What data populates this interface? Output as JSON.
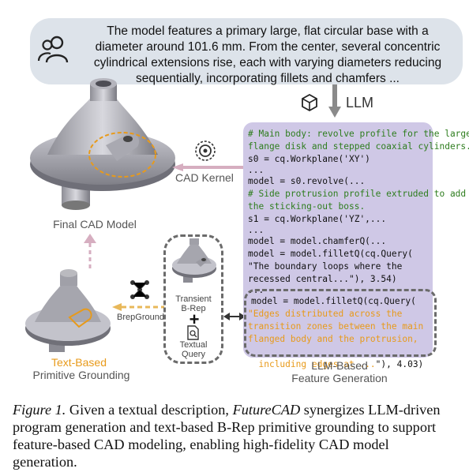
{
  "prompt": {
    "lines": [
      "The model features a primary large, flat circular base with a",
      "diameter around 101.6 mm. From the center, several concentric",
      "cylindrical extensions rise, each with varying diameters reducing",
      "sequentially, incorporating fillets and chamfers ..."
    ]
  },
  "llm_label": "LLM",
  "cad_kernel_label": "CAD Kernel",
  "final_model_label": "Final CAD Model",
  "brepground_label": "BrepGround",
  "text_based_label": "Text-Based",
  "primitive_grounding_label": "Primitive Grounding",
  "transient_label_1": "Transient",
  "transient_label_2": "B-Rep",
  "plus_sign": "+",
  "textual_label_1": "Textual",
  "textual_label_2": "Query",
  "llm_based_label": "LLM-Based",
  "feature_generation_label": "Feature Generation",
  "code": [
    {
      "t": "c",
      "s": "# Main body: revolve profile for the large"
    },
    {
      "t": "c",
      "s": "flange disk and stepped coaxial cylinders."
    },
    {
      "t": "k",
      "s": "s0 = cq.Workplane('XY')"
    },
    {
      "t": "k",
      "s": "..."
    },
    {
      "t": "k",
      "s": "model = s0.revolve(..."
    },
    {
      "t": "c",
      "s": "# Side protrusion profile extruded to add"
    },
    {
      "t": "c",
      "s": "the sticking-out boss."
    },
    {
      "t": "k",
      "s": "s1 = cq.Workplane('YZ',..."
    },
    {
      "t": "k",
      "s": "..."
    },
    {
      "t": "k",
      "s": "model = model.chamferQ(..."
    },
    {
      "t": "k",
      "s": "model = model.filletQ(cq.Query("
    },
    {
      "t": "k",
      "s": "\"The boundary loops where the"
    },
    {
      "t": "k",
      "s": "recessed central...\"), 3.54)"
    },
    {
      "t": "k",
      "s": "..."
    },
    {
      "t": "k",
      "s": "model = model.filletQ(cq.Query("
    },
    {
      "t": "o",
      "s": "\"Edges distributed across the"
    },
    {
      "t": "o",
      "s": "transition zones between the main"
    },
    {
      "t": "o",
      "s": "flanged body and the protrusion,"
    },
    {
      "t": "o",
      "s": "including edges at ..."
    },
    {
      "t": "k",
      "s": "\"), 4.03)"
    }
  ],
  "caption": {
    "fig": "Figure 1.",
    "p1": "  Given a textual description, ",
    "name": "FutureCAD",
    "p2": " synergizes LLM-driven program generation and text-based B-Rep primitive grounding to support feature-based CAD modeling, enabling high-fidelity CAD model generation."
  },
  "colors": {
    "accent_orange": "#e89a1a",
    "panel": "#cfc8e6",
    "bubble": "#dde3ea",
    "pink_arrow": "#d6aec0"
  }
}
